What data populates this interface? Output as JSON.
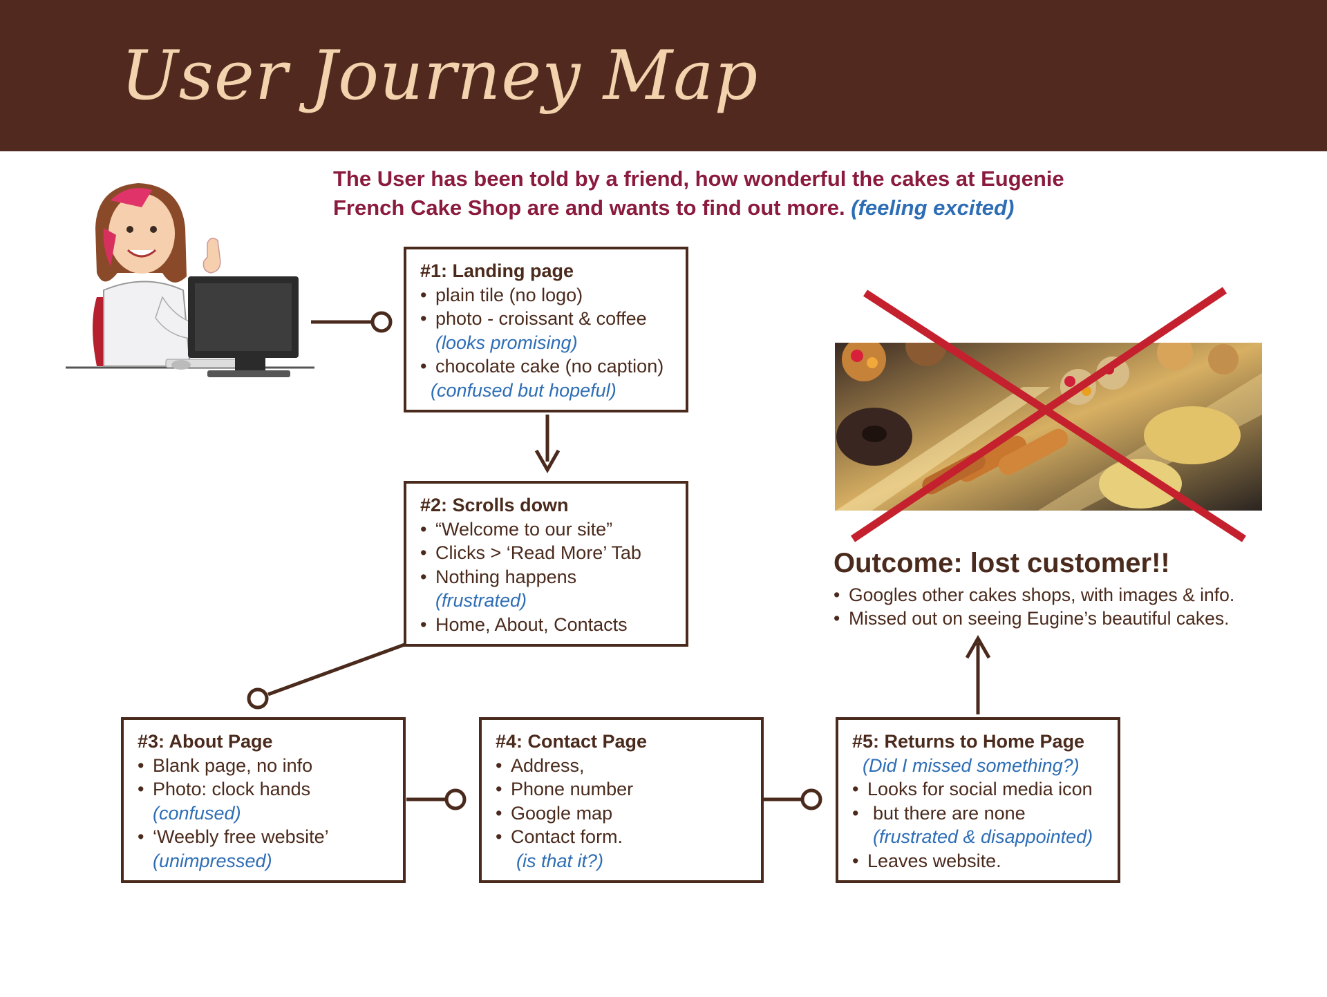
{
  "title": "User Journey Map",
  "intro": {
    "text": "The User has been told by a friend, how wonderful the cakes at Eugenie French Cake Shop are and wants to find out more.",
    "feeling": "(feeling excited)"
  },
  "steps": [
    {
      "title": "#1: Landing page",
      "items": [
        {
          "text": "plain tile (no logo)",
          "note": false
        },
        {
          "text": "photo - croissant & coffee",
          "note": false
        },
        {
          "text": "(looks promising)",
          "note": true
        },
        {
          "text": "chocolate cake (no caption)",
          "note": false
        },
        {
          "text": "(confused but hopeful)",
          "note": true
        }
      ]
    },
    {
      "title": "#2: Scrolls down",
      "items": [
        {
          "text": "“Welcome to our site”",
          "note": false
        },
        {
          "text": "Clicks > ‘Read More’ Tab",
          "note": false
        },
        {
          "text": "Nothing happens",
          "note": false
        },
        {
          "text": "(frustrated)",
          "note": true
        },
        {
          "text": "Home, About, Contacts",
          "note": false
        }
      ]
    },
    {
      "title": "#3: About Page",
      "items": [
        {
          "text": "Blank page, no info",
          "note": false
        },
        {
          "text": "Photo: clock hands",
          "note": false
        },
        {
          "text": "(confused)",
          "note": true
        },
        {
          "text": "‘Weebly free website’",
          "note": false
        },
        {
          "text": "(unimpressed)",
          "note": true
        }
      ]
    },
    {
      "title": "#4: Contact Page",
      "items": [
        {
          "text": "Address,",
          "note": false
        },
        {
          "text": "Phone number",
          "note": false
        },
        {
          "text": "Google map",
          "note": false
        },
        {
          "text": "Contact form.",
          "note": false
        },
        {
          "text": "(is that it?)",
          "note": true
        }
      ]
    },
    {
      "title": "#5: Returns to Home Page",
      "items": [
        {
          "text": "(Did I missed something?)",
          "note": true
        },
        {
          "text": "Looks for social media icon",
          "note": false
        },
        {
          "text": "but there are none",
          "note": false
        },
        {
          "text": "(frustrated & disappointed)",
          "note": true
        },
        {
          "text": "Leaves website.",
          "note": false
        }
      ]
    }
  ],
  "outcome": {
    "title": "Outcome: lost customer!!",
    "items": [
      "Googles other cakes shops, with images & info.",
      "Missed out on seeing Eugine’s beautiful cakes."
    ]
  },
  "colors": {
    "header": "#51291f",
    "title": "#f2d3ad",
    "intro": "#8a1a3e",
    "note": "#2d6db5",
    "box_border": "#4a2a1c",
    "cross": "#c4202e"
  },
  "icons": [
    "user-at-computer-illustration",
    "cake-display-photo",
    "red-cross-mark"
  ]
}
